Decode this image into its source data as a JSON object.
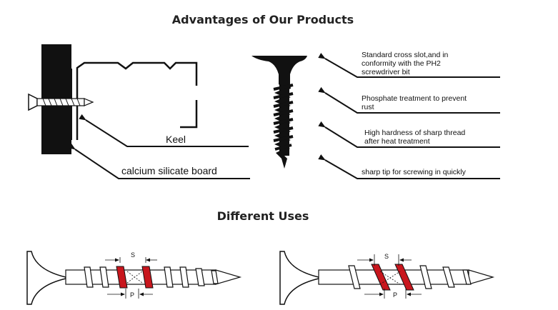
{
  "headings": {
    "advantages": "Advantages of Our Products",
    "uses": "Different Uses"
  },
  "assembly_labels": {
    "keel": "Keel",
    "board": "calcium silicate board"
  },
  "callouts": [
    {
      "line1": "Standard cross slot,and in",
      "line2": "conformity with the PH2",
      "line3": "screwdriver bit"
    },
    {
      "line1": "Phosphate treatment to prevent",
      "line2": "rust"
    },
    {
      "line1": "High hardness of sharp thread",
      "line2": "after heat treatment"
    },
    {
      "line1": "sharp tip for screwing in quickly"
    }
  ],
  "dimension_labels": {
    "left": {
      "spacing": "S",
      "pitch": "P"
    },
    "right": {
      "spacing": "S",
      "pitch": "P"
    }
  },
  "colors": {
    "thread_highlight": "#c8161d",
    "line": "#111111"
  }
}
